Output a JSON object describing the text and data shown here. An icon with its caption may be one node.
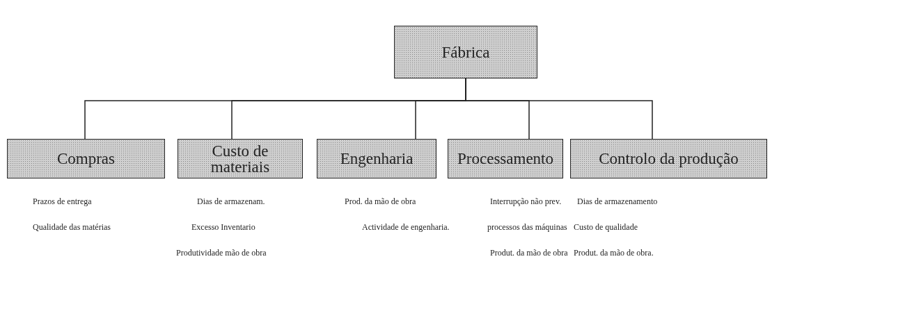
{
  "diagram": {
    "nodes": [
      {
        "text": [
          "Fábrica"
        ]
      },
      {
        "text": [
          "Compras"
        ],
        "beside": [
          "Prazos de entrega",
          "Qualidade das matérias"
        ]
      },
      {
        "text": [
          "Custo de materiais"
        ],
        "beside": [
          "Dias de armazenam.",
          "Excesso Inventario",
          "Produtividade mão de obra"
        ]
      },
      {
        "text": [
          "Engenharia"
        ],
        "beside": [
          "Prod. da mão de obra",
          "Actividade de engenharia."
        ]
      },
      {
        "text": [
          "Processamento"
        ],
        "beside": [
          "Interrupção  não prev.",
          "processos das máquinas",
          "Produt. da mão de obra"
        ]
      },
      {
        "text": [
          "Controlo da produção"
        ],
        "beside": [
          "Dias de armazenamento",
          "Custo de qualidade",
          "Produt. da mão de obra."
        ]
      }
    ],
    "edges": [
      {
        "from": 0,
        "to": 1,
        "arrow": "none"
      },
      {
        "from": 0,
        "to": 2,
        "arrow": "none"
      },
      {
        "from": 0,
        "to": 3,
        "arrow": "none"
      },
      {
        "from": 0,
        "to": 4,
        "arrow": "none"
      },
      {
        "from": 0,
        "to": 5,
        "arrow": "none"
      }
    ]
  }
}
